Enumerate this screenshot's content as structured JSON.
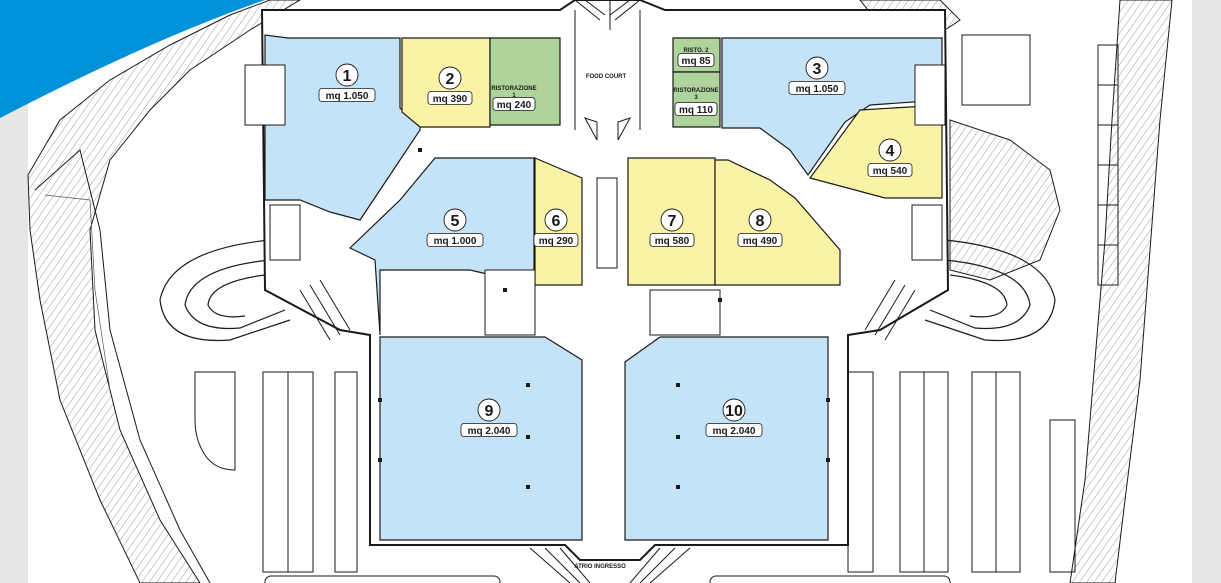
{
  "colors": {
    "blue": "#c5e3f7",
    "yellow": "#faf3a5",
    "green": "#aed39b",
    "accent": "#0091d8",
    "side_panel": "#e6e6e6",
    "line": "#1a1a1a",
    "hatch": "#b0b0b0"
  },
  "labels": {
    "food_court": "FOOD COURT",
    "entrance": "ATRIO INGRESSO"
  },
  "units": [
    {
      "num": "1",
      "area": "mq 1.050",
      "color": "blue"
    },
    {
      "num": "2",
      "area": "mq 390",
      "color": "yellow"
    },
    {
      "num": "3",
      "area": "mq 1.050",
      "color": "blue"
    },
    {
      "num": "4",
      "area": "mq 540",
      "color": "yellow"
    },
    {
      "num": "5",
      "area": "mq 1.000",
      "color": "blue"
    },
    {
      "num": "6",
      "area": "mq 290",
      "color": "yellow"
    },
    {
      "num": "7",
      "area": "mq 580",
      "color": "yellow"
    },
    {
      "num": "8",
      "area": "mq 490",
      "color": "yellow"
    },
    {
      "num": "9",
      "area": "mq 2.040",
      "color": "blue"
    },
    {
      "num": "10",
      "area": "mq 2.040",
      "color": "blue"
    }
  ],
  "restaurants": [
    {
      "name_line1": "RISTORAZIONE",
      "name_line2": "1",
      "area": "mq 240",
      "color": "green"
    },
    {
      "name_line1": "RISTO. 2",
      "name_line2": "",
      "area": "mq 85",
      "color": "green"
    },
    {
      "name_line1": "RISTORAZIONE",
      "name_line2": "3",
      "area": "mq 110",
      "color": "green"
    }
  ]
}
